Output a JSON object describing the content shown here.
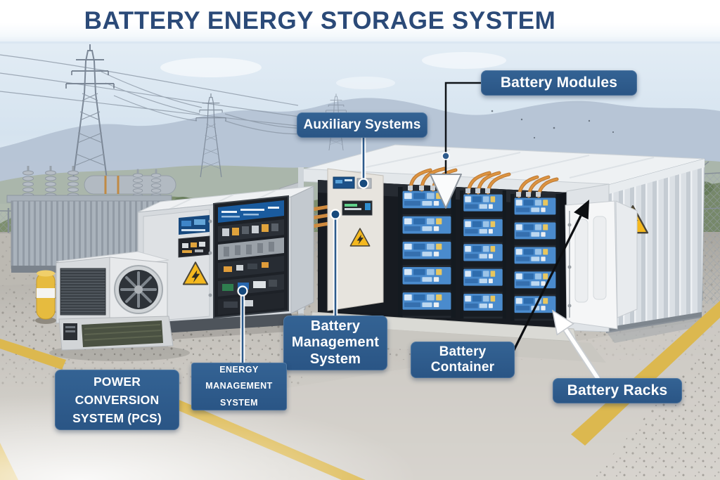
{
  "title": "BATTERY ENERGY STORAGE SYSTEM",
  "labels": {
    "battery_modules": "Battery Modules",
    "auxiliary_systems": "Auxiliary Systems",
    "battery_management_system": "Battery Management System",
    "energy_management_system": "ENERGY MANAGEMENT SYSTEM",
    "battery_container": "Battery Container",
    "battery_racks": "Battery Racks",
    "power_conversion_system_pcs": "POWER CONVERSION SYSTEM (PCS)"
  },
  "colors": {
    "label_background": "#2e5b8c",
    "label_text": "#ffffff",
    "title_text": "#2b4a78",
    "warning_triangle_yellow": "#f4b81f",
    "battery_module_blue": "#4a8bcd",
    "cable_orange": "#dc9340",
    "safety_stripe_yellow": "#dcb84f",
    "container_white": "#eef1f3"
  },
  "icons": {
    "warning_triangle": "high-voltage-lightning-triangle",
    "down_arrow": "white-outlined-down-arrow",
    "black_arrow": "black-pointer-arrow",
    "white_arrow": "white-pointer-arrow"
  }
}
